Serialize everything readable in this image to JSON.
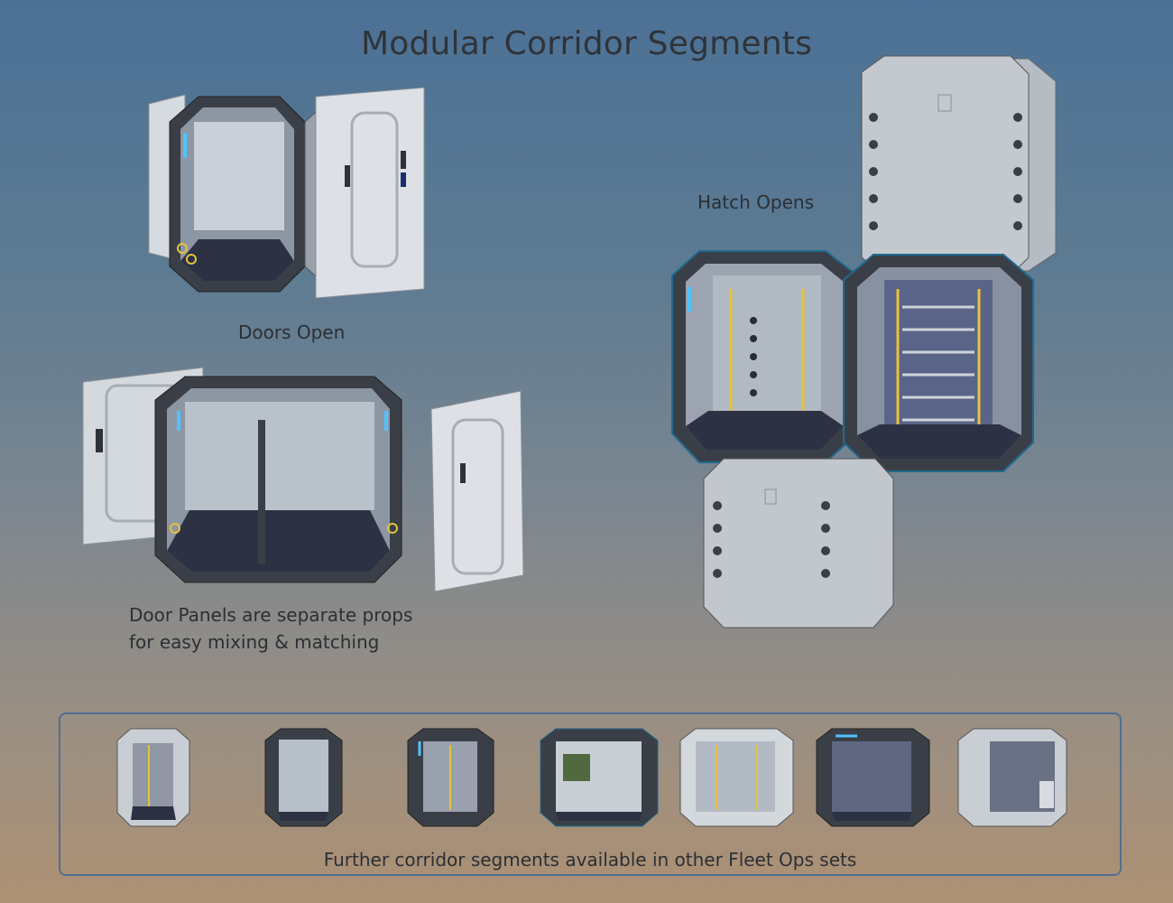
{
  "title": "Modular Corridor Segments",
  "labels": {
    "doors_open": "Doors Open",
    "hatch_opens": "Hatch Opens",
    "panels_line1": "Door Panels are separate props",
    "panels_line2": "for easy mixing & matching"
  },
  "strip": {
    "caption": "Further corridor segments available in other Fleet Ops sets",
    "thumbnail_count": 7
  },
  "colors": {
    "frame_dark": "#2d3138",
    "panel_white": "#d9dde2",
    "floor": "#2c3244",
    "light_blue": "#4fc3ff",
    "light_yellow": "#e8c23a",
    "strip_border": "#506f92"
  }
}
